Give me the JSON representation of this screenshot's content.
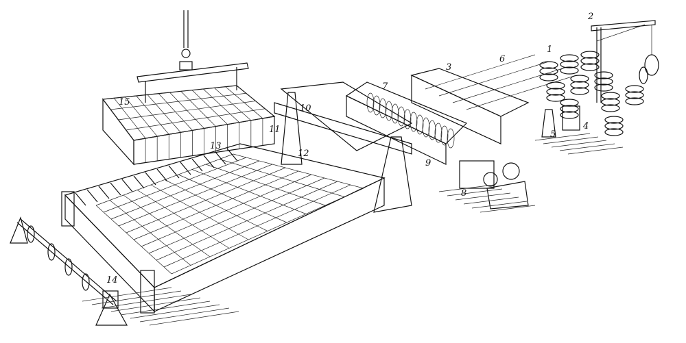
{
  "figure": {
    "labels": [
      {
        "id": "1",
        "text": "1"
      },
      {
        "id": "2",
        "text": "2"
      },
      {
        "id": "3",
        "text": "3"
      },
      {
        "id": "4",
        "text": "4"
      },
      {
        "id": "5",
        "text": "5"
      },
      {
        "id": "6",
        "text": "6"
      },
      {
        "id": "7",
        "text": "7"
      },
      {
        "id": "8",
        "text": "8"
      },
      {
        "id": "9",
        "text": "9"
      },
      {
        "id": "10",
        "text": "10"
      },
      {
        "id": "11",
        "text": "11"
      },
      {
        "id": "12",
        "text": "12"
      },
      {
        "id": "13",
        "text": "13"
      },
      {
        "id": "14",
        "text": "14"
      },
      {
        "id": "15",
        "text": "15"
      }
    ]
  },
  "colors": {
    "ink": "#111111",
    "paper": "#ffffff"
  }
}
